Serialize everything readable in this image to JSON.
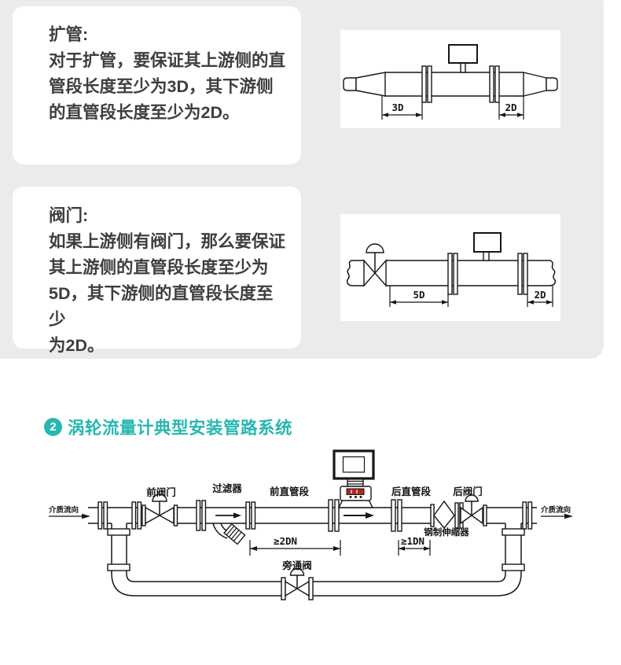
{
  "theme": {
    "accent": "#28b7b0",
    "panel_bg": "#ebebeb",
    "card_bg": "#ffffff",
    "text_color": "#3e3e3e",
    "line_color": "#161616",
    "meter_window_red": "#b3261e"
  },
  "cards": [
    {
      "title": "扩管:",
      "lines": [
        "对于扩管，要保证其上游侧的直",
        "管段长度至少为3D，其下游侧",
        "的直管段长度至少为2D。"
      ],
      "diagram": {
        "dim_left": "3D",
        "dim_right": "2D"
      }
    },
    {
      "title": "阀门:",
      "lines": [
        "如果上游侧有阀门，那么要保证",
        "其上游侧的直管段长度至少为",
        "5D，其下游侧的直管段长度至少",
        "为2D。"
      ],
      "diagram": {
        "dim_left": "5D",
        "dim_right": "2D"
      }
    }
  ],
  "section": {
    "number": "2",
    "title": "涡轮流量计典型安装管路系统"
  },
  "piping": {
    "flow_in": "介质流向",
    "flow_out": "介质流向",
    "front_valve": "前阀门",
    "filter": "过滤器",
    "front_straight": "前直管段",
    "rear_straight": "后直管段",
    "rear_valve": "后阀门",
    "expansion_joint": "钢制伸缩器",
    "bypass_valve": "旁通阀",
    "dim_front": "≥2DN",
    "dim_rear": "≥1DN"
  }
}
